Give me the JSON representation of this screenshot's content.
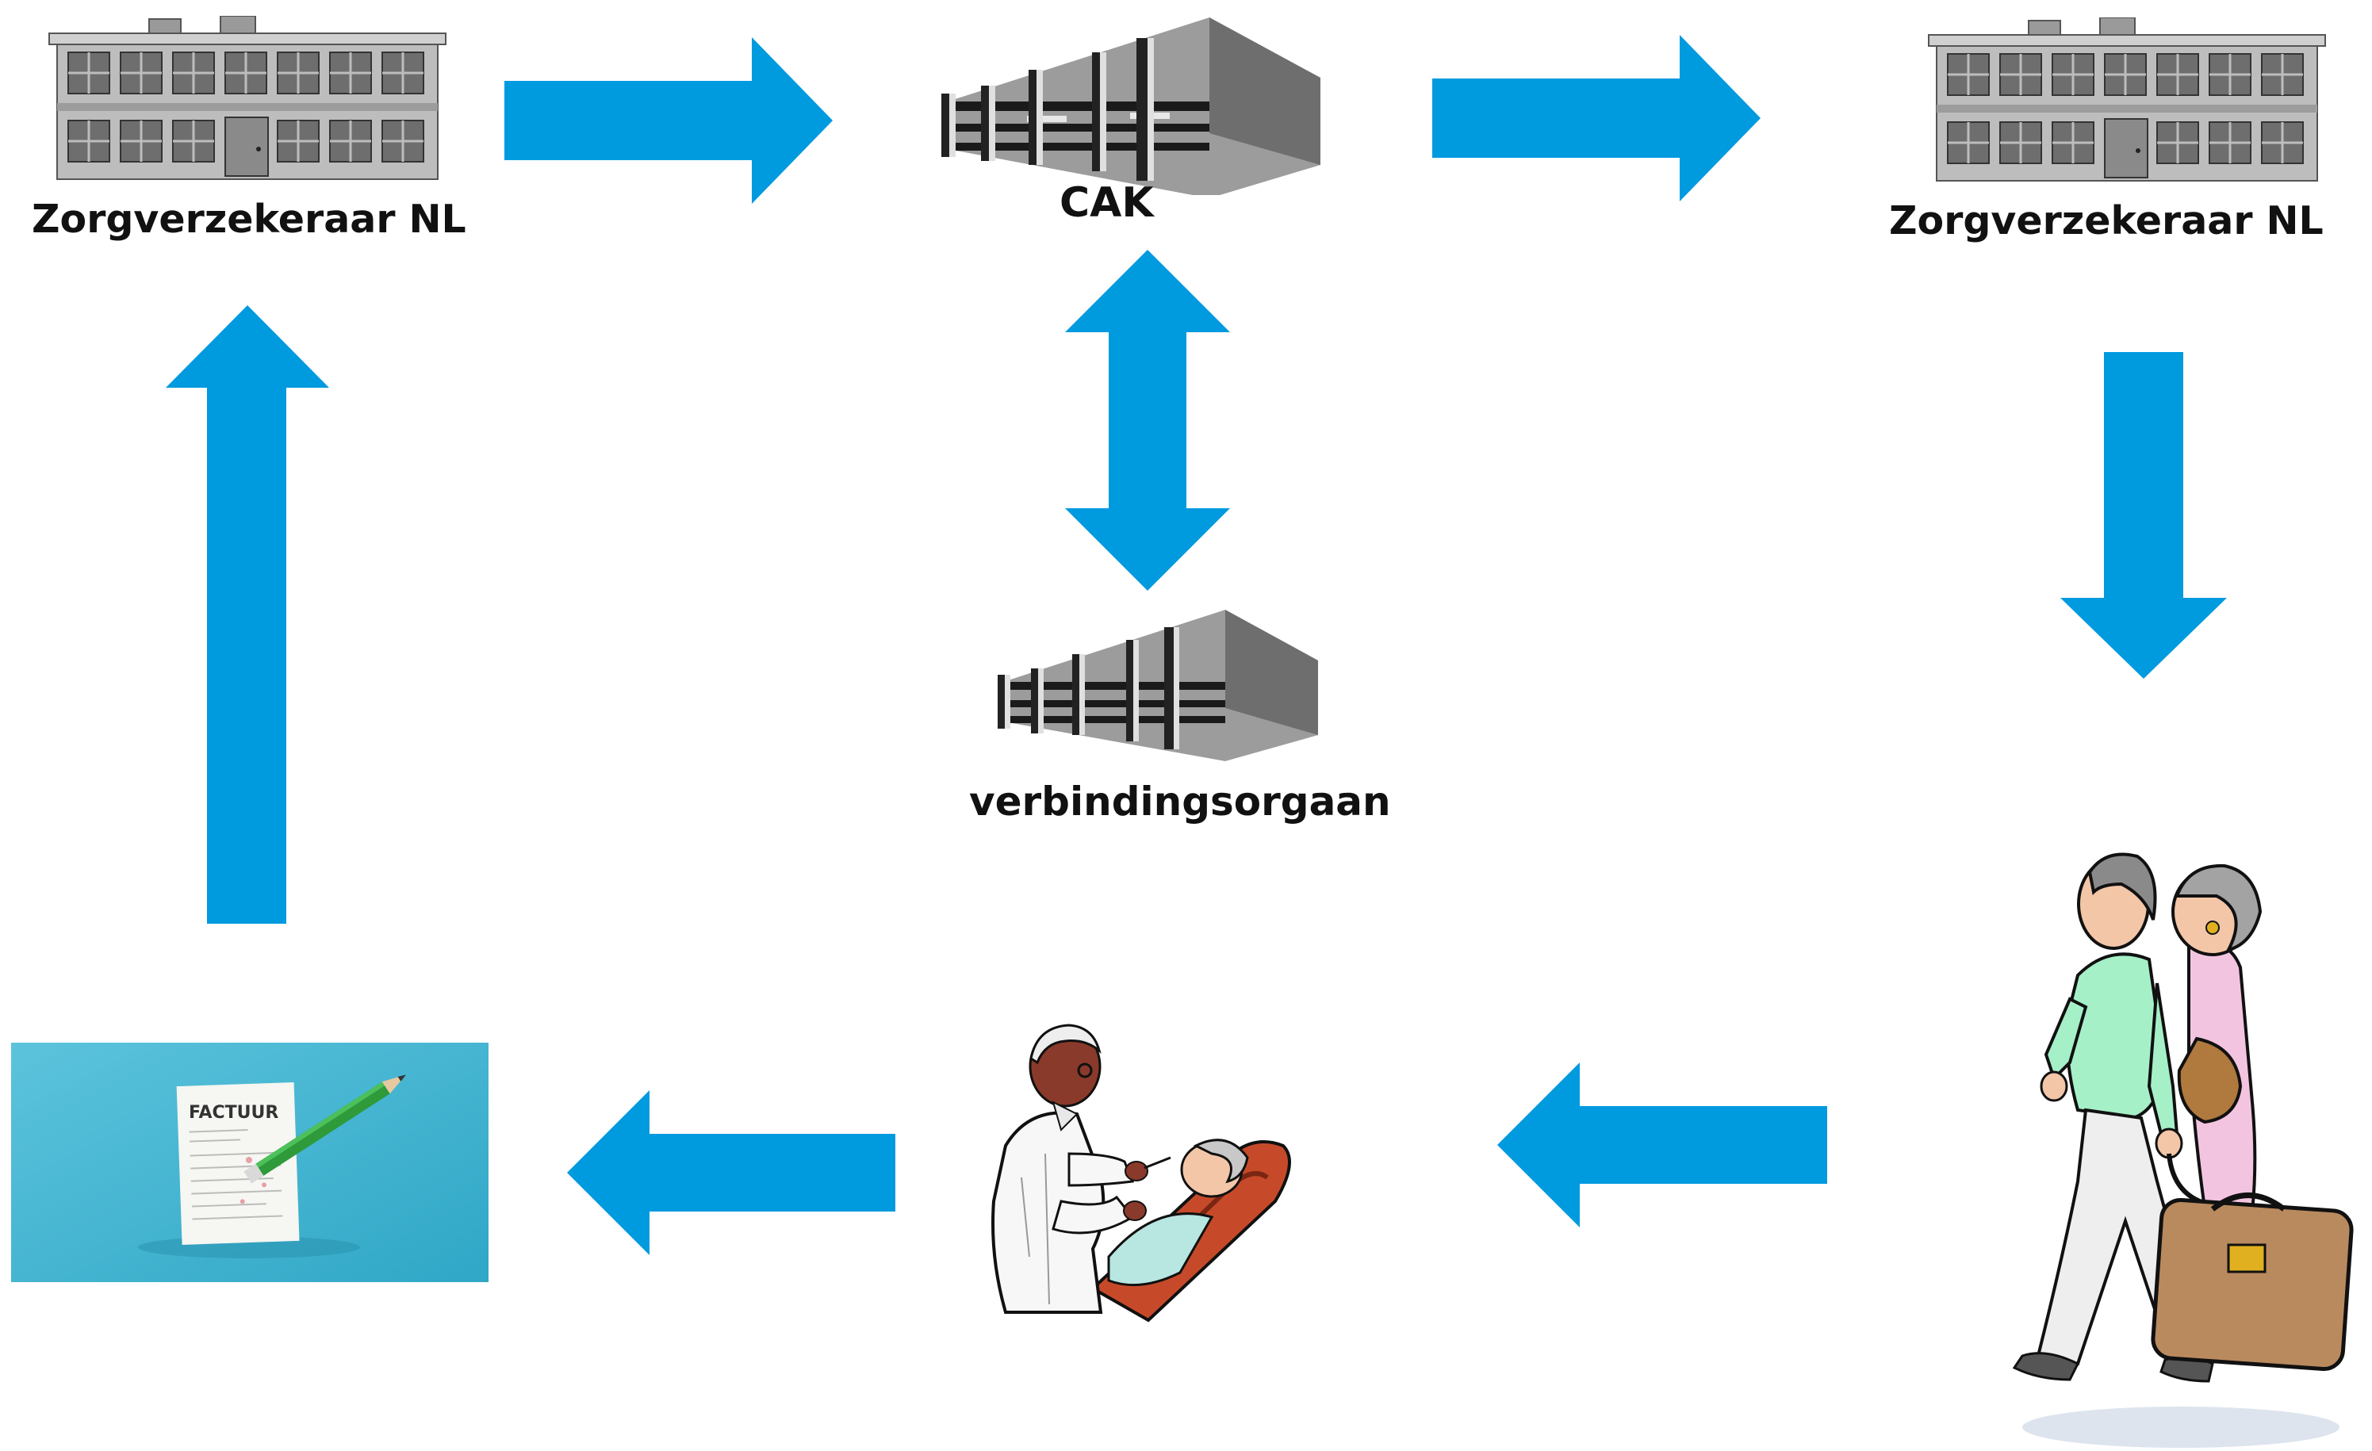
{
  "nodes": {
    "insurer_left": {
      "label": "Zorgverzekeraar NL",
      "icon": "school-building-icon"
    },
    "cak": {
      "label": "CAK",
      "icon": "office-building-icon"
    },
    "insurer_right": {
      "label": "Zorgverzekeraar NL",
      "icon": "school-building-icon"
    },
    "liaison": {
      "label": "verbindingsorgaan",
      "icon": "office-building-icon"
    },
    "travellers": {
      "icon": "travellers-with-luggage-icon"
    },
    "doctor": {
      "icon": "doctor-treating-patient-icon"
    },
    "invoice": {
      "text": "FACTUUR",
      "icon": "invoice-with-pencil-icon"
    }
  },
  "colors": {
    "arrow": "#009ADF",
    "building_gray": "#bdbdbd",
    "invoice_bg": "#3fb3cf"
  }
}
